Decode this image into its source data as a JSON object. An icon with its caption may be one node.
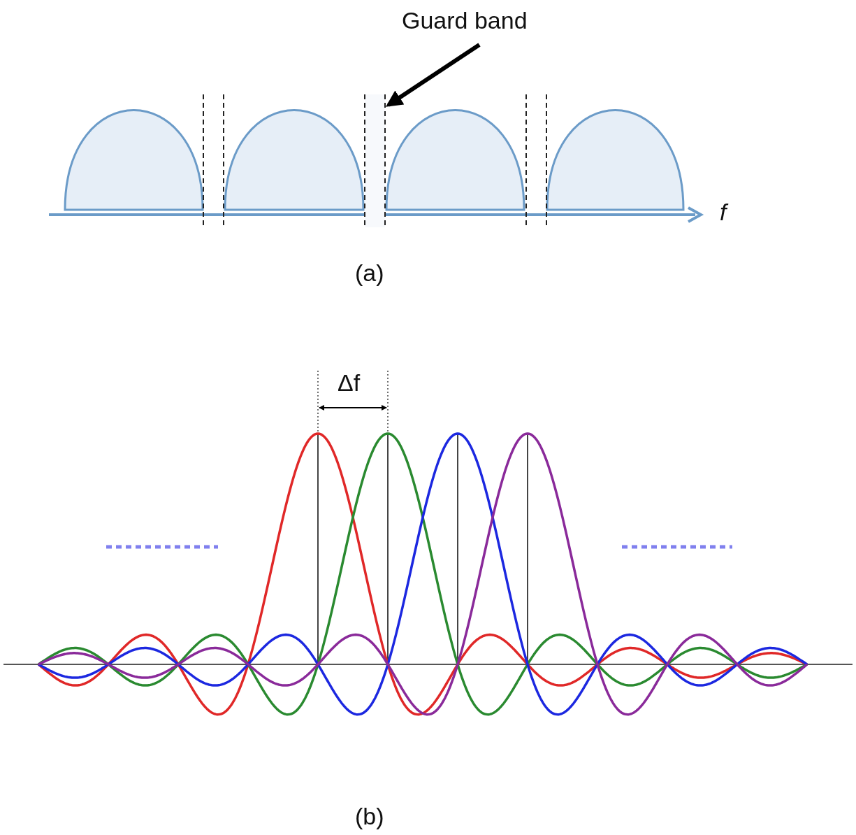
{
  "diagram": {
    "nodes": [
      {
        "text": [
          "Guard band"
        ]
      },
      {
        "text": [],
        "shape": "bar"
      }
    ],
    "edges": [
      {
        "from": 0,
        "to": 1,
        "arrow": "to"
      }
    ],
    "labels": [
      "f",
      "(a)",
      "Δf",
      "(b)"
    ]
  }
}
